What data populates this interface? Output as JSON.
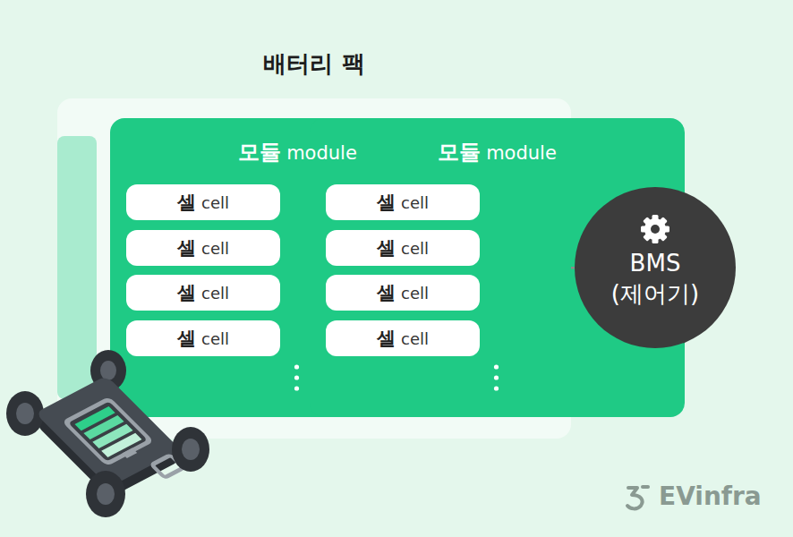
{
  "diagram": {
    "nodes": [
      {
        "text": [
          "배터리 팩"
        ]
      },
      {
        "text": [
          "모듈",
          "module"
        ],
        "in": 0
      },
      {
        "text": [
          "셀",
          "cell"
        ],
        "in": 1
      },
      {
        "text": [
          "셀",
          "cell"
        ],
        "in": 1
      },
      {
        "text": [
          "셀",
          "cell"
        ],
        "in": 1
      },
      {
        "text": [
          "셀",
          "cell"
        ],
        "in": 1
      },
      {
        "text": [
          "모듈",
          "module"
        ],
        "in": 0
      },
      {
        "text": [
          "셀",
          "cell"
        ],
        "in": 6
      },
      {
        "text": [
          "셀",
          "cell"
        ],
        "in": 6
      },
      {
        "text": [
          "셀",
          "cell"
        ],
        "in": 6
      },
      {
        "text": [
          "셀",
          "cell"
        ],
        "in": 6
      },
      {
        "text": [
          "BMS",
          "(제어기)"
        ]
      }
    ],
    "edges": [
      {
        "from": 0,
        "to": 11,
        "arrow": "none"
      }
    ],
    "labels": [
      "EVinfra"
    ]
  }
}
